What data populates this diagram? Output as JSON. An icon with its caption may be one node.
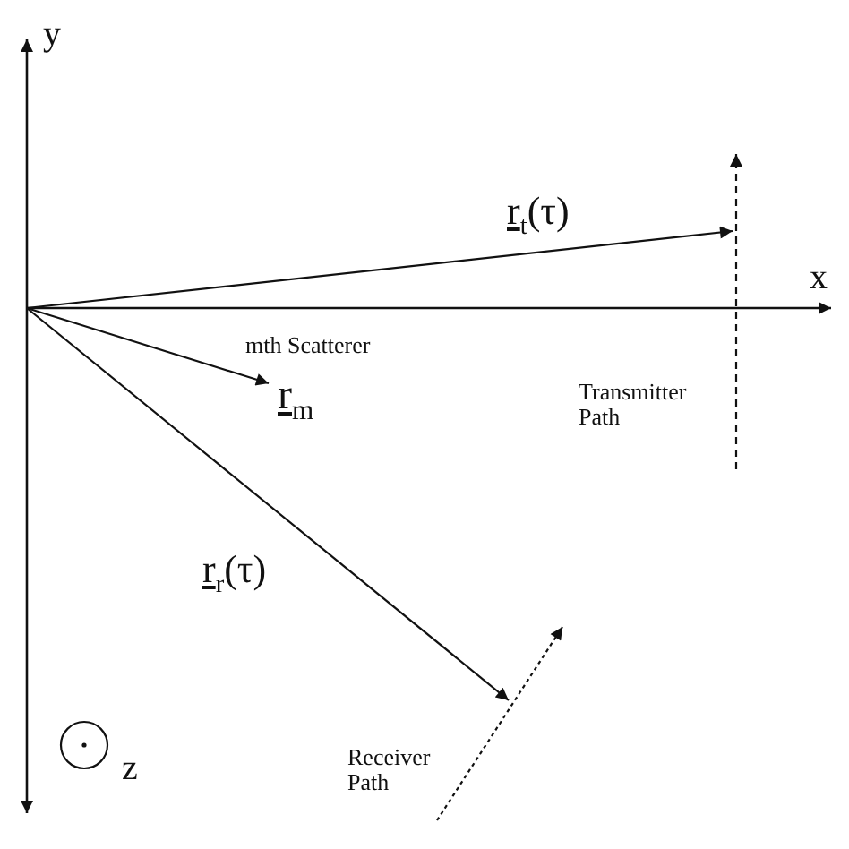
{
  "diagram": {
    "labels": [
      "y",
      "r$_{t}$(τ)",
      "x",
      "mth Scatterer",
      "r$_{m}$",
      "Transmitter Path",
      "r$_{r}$(τ)",
      "z",
      "Receiver Path"
    ]
  }
}
